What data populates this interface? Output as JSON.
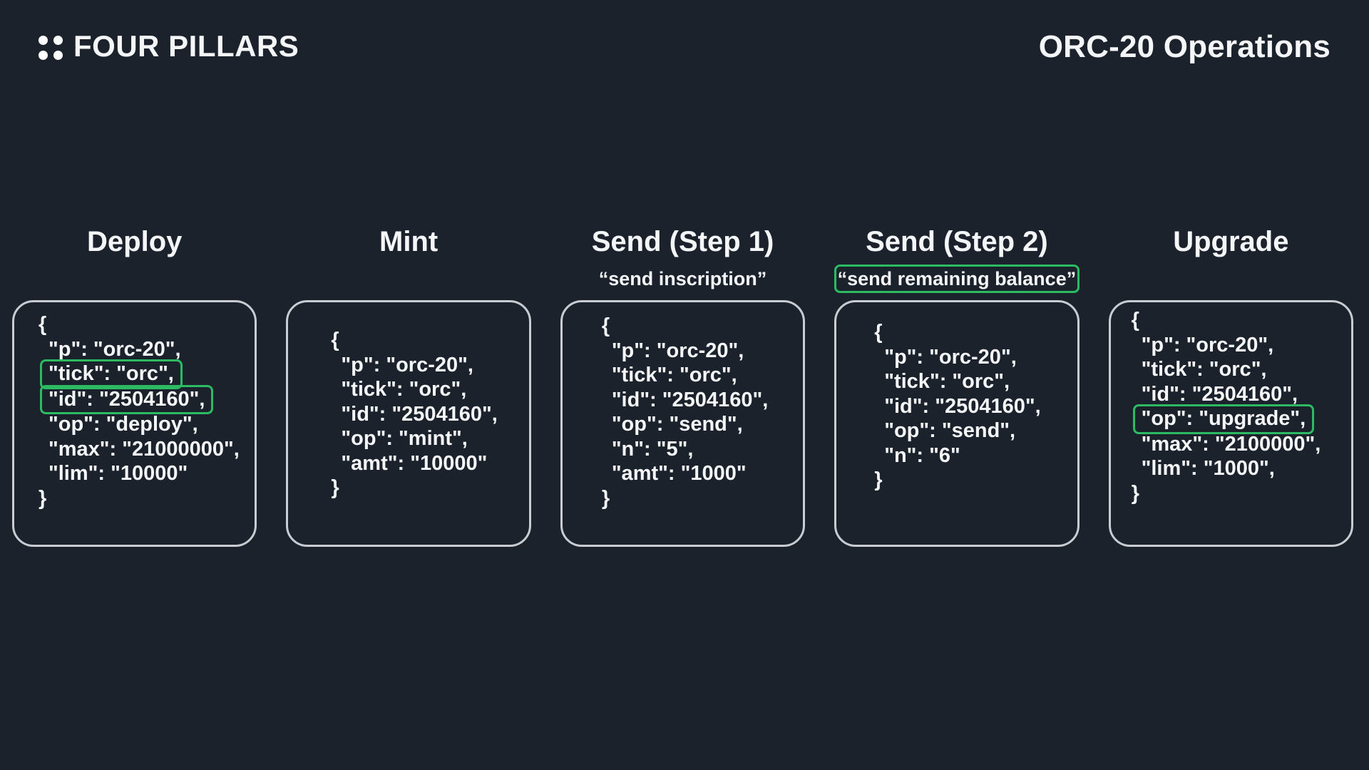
{
  "header": {
    "brand": "FOUR PILLARS",
    "title": "ORC-20 Operations"
  },
  "colors": {
    "background": "#1b222c",
    "text": "#f4f6f8",
    "accent_green": "#2cbb63",
    "card_border": "#c9ccd1",
    "logo_dots": "#ffffff"
  },
  "icons": {
    "logo": "four-dots-logo-icon"
  },
  "panels": [
    {
      "title": "Deploy",
      "subtitle": "",
      "subtitle_boxed": false,
      "lines": [
        {
          "text": "{"
        },
        {
          "text": "\"p\": \"orc-20\",",
          "indent": true
        },
        {
          "text": "\"tick\": \"orc\",",
          "indent": true,
          "highlight": true
        },
        {
          "text": "\"id\": \"2504160\",",
          "indent": true,
          "highlight": true
        },
        {
          "text": "\"op\": \"deploy\",",
          "indent": true
        },
        {
          "text": "\"max\": \"21000000\",",
          "indent": true
        },
        {
          "text": "\"lim\": \"10000\"",
          "indent": true
        },
        {
          "text": "}"
        }
      ]
    },
    {
      "title": "Mint",
      "subtitle": "",
      "subtitle_boxed": false,
      "lines": [
        {
          "text": "{"
        },
        {
          "text": "\"p\": \"orc-20\",",
          "indent": true
        },
        {
          "text": "\"tick\": \"orc\",",
          "indent": true
        },
        {
          "text": "\"id\": \"2504160\",",
          "indent": true
        },
        {
          "text": "\"op\": \"mint\",",
          "indent": true
        },
        {
          "text": "\"amt\": \"10000\"",
          "indent": true
        },
        {
          "text": "}"
        }
      ]
    },
    {
      "title": "Send (Step 1)",
      "subtitle": "“send inscription”",
      "subtitle_boxed": false,
      "lines": [
        {
          "text": "{"
        },
        {
          "text": "\"p\": \"orc-20\",",
          "indent": true
        },
        {
          "text": "\"tick\": \"orc\",",
          "indent": true
        },
        {
          "text": "\"id\": \"2504160\",",
          "indent": true
        },
        {
          "text": "\"op\": \"send\",",
          "indent": true
        },
        {
          "text": "\"n\": \"5\",",
          "indent": true
        },
        {
          "text": "\"amt\": \"1000\"",
          "indent": true
        },
        {
          "text": "}"
        }
      ]
    },
    {
      "title": "Send (Step 2)",
      "subtitle": "“send remaining balance”",
      "subtitle_boxed": true,
      "lines": [
        {
          "text": "{"
        },
        {
          "text": "\"p\": \"orc-20\",",
          "indent": true
        },
        {
          "text": "\"tick\": \"orc\",",
          "indent": true
        },
        {
          "text": "\"id\": \"2504160\",",
          "indent": true
        },
        {
          "text": "\"op\": \"send\",",
          "indent": true
        },
        {
          "text": "\"n\": \"6\"",
          "indent": true
        },
        {
          "text": "}"
        }
      ]
    },
    {
      "title": "Upgrade",
      "subtitle": "",
      "subtitle_boxed": false,
      "lines": [
        {
          "text": "{"
        },
        {
          "text": "\"p\": \"orc-20\",",
          "indent": true
        },
        {
          "text": "\"tick\": \"orc\",",
          "indent": true
        },
        {
          "text": "\"id\": \"2504160\",",
          "indent": true
        },
        {
          "text": "\"op\": \"upgrade\",",
          "indent": true,
          "highlight": true
        },
        {
          "text": "\"max\": \"2100000\",",
          "indent": true
        },
        {
          "text": "\"lim\": \"1000\",",
          "indent": true
        },
        {
          "text": "}"
        }
      ]
    }
  ]
}
